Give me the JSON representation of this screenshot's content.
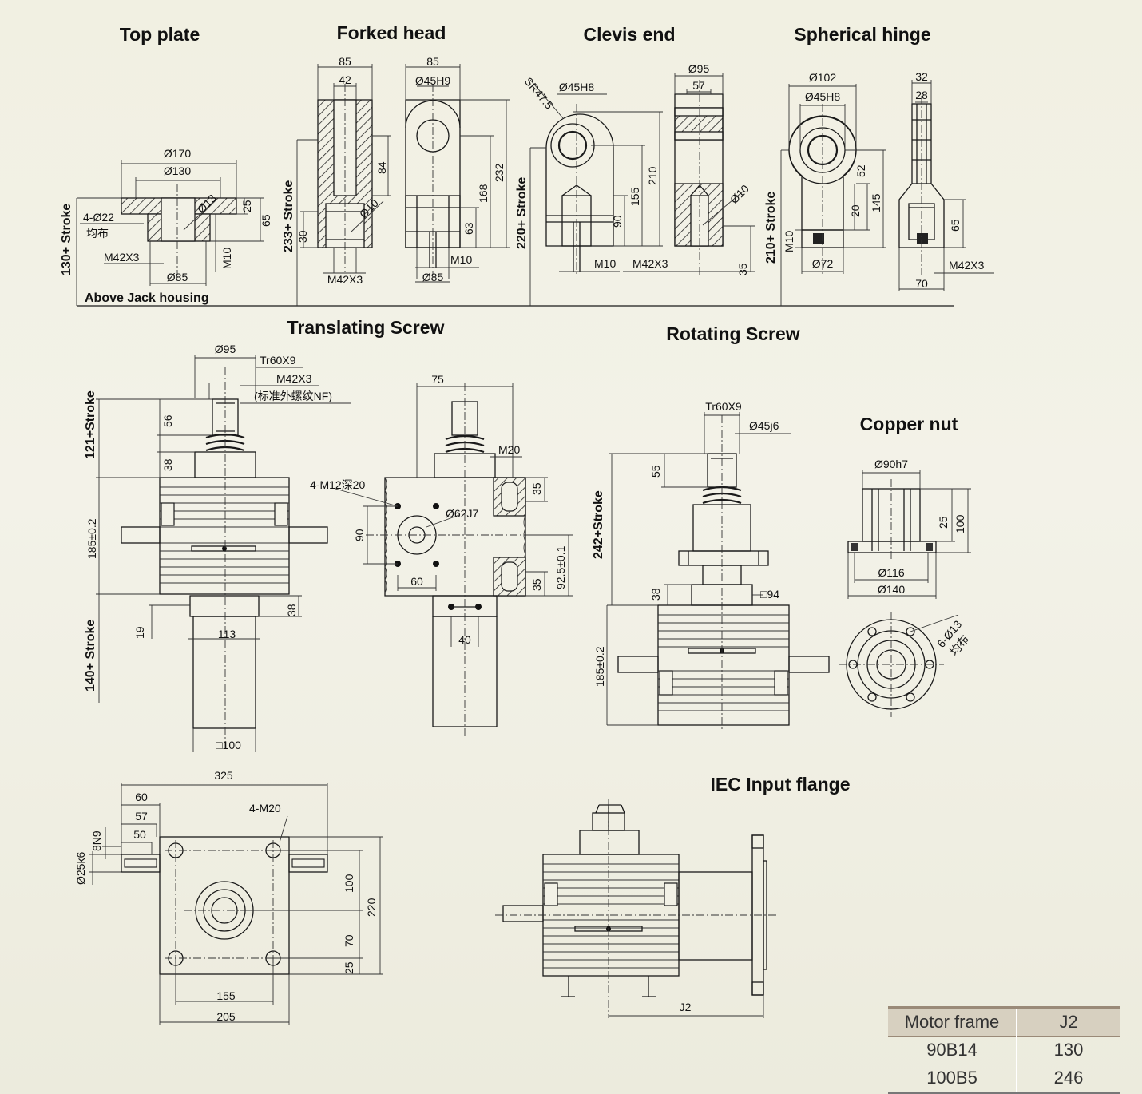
{
  "titles": {
    "top_plate": "Top plate",
    "forked_head": "Forked head",
    "clevis_end": "Clevis end",
    "spherical_hinge": "Spherical hinge",
    "translating_screw": "Translating Screw",
    "rotating_screw": "Rotating Screw",
    "copper_nut": "Copper nut",
    "iec_input_flange": "IEC Input flange",
    "above_jack_housing": "Above Jack housing"
  },
  "top_plate": {
    "d170": "Ø170",
    "d130": "Ø130",
    "holes": "4-Ø22",
    "holes_note": "均布",
    "thread": "M42X3",
    "d85": "Ø85",
    "m10": "M10",
    "d13": "Ø13",
    "h25": "25",
    "h65": "65",
    "stroke": "130+ Stroke"
  },
  "forked_head": {
    "w85a": "85",
    "w42": "42",
    "w85b": "85",
    "bore": "Ø45H9",
    "h84": "84",
    "h168": "168",
    "h232": "232",
    "h63": "63",
    "h30": "30",
    "d10": "Ø10",
    "thread": "M42X3",
    "m10": "M10",
    "d85": "Ø85",
    "stroke": "233+ Stroke"
  },
  "clevis_end": {
    "sr": "SR47.5",
    "bore": "Ø45H8",
    "d95": "Ø95",
    "w57": "57",
    "h90": "90",
    "h155": "155",
    "h210": "210",
    "h35": "35",
    "d10": "Ø10",
    "m10": "M10",
    "thread": "M42X3",
    "stroke": "220+ Stroke"
  },
  "spherical_hinge": {
    "d102": "Ø102",
    "bore": "Ø45H8",
    "w32": "32",
    "w28": "28",
    "h52": "52",
    "h20": "20",
    "h145": "145",
    "h65": "65",
    "d72": "Ø72",
    "w70": "70",
    "m10": "M10",
    "thread": "M42X3",
    "stroke": "210+ Stroke"
  },
  "translating": {
    "d95": "Ø95",
    "tr": "Tr60X9",
    "thread": "M42X3",
    "note": "(标准外螺纹NF)",
    "h56": "56",
    "h38a": "38",
    "h185": "185±0.2",
    "h38b": "38",
    "h19": "19",
    "w113": "113",
    "sq100": "□100",
    "stroke_top": "121+Stroke",
    "stroke_bottom": "140+ Stroke",
    "w75": "75",
    "m20": "M20",
    "holes": "4-M12深20",
    "bore": "Ø62J7",
    "h90": "90",
    "w60": "60",
    "w40": "40",
    "h35a": "35",
    "h35b": "35",
    "h92": "92.5±0.1"
  },
  "rotating": {
    "tr": "Tr60X9",
    "d45": "Ø45j6",
    "h55": "55",
    "h38": "38",
    "sq94": "□94",
    "h185": "185±0.2",
    "stroke": "242+Stroke"
  },
  "copper_nut": {
    "d90": "Ø90h7",
    "h25": "25",
    "h100": "100",
    "d116": "Ø116",
    "d140": "Ø140",
    "holes": "6-Ø13",
    "holes_note": "均布"
  },
  "base": {
    "w325": "325",
    "w60": "60",
    "w57": "57",
    "w50": "50",
    "d25": "Ø25k6",
    "key": "8N9",
    "m20": "4-M20",
    "h100": "100",
    "h220": "220",
    "h70": "70",
    "h25": "25",
    "w155": "155",
    "w205": "205"
  },
  "iec": {
    "j2": "J2"
  },
  "table": {
    "headers": [
      "Motor frame",
      "J2"
    ],
    "rows": [
      [
        "90B14",
        "130"
      ],
      [
        "100B5",
        "246"
      ]
    ]
  }
}
